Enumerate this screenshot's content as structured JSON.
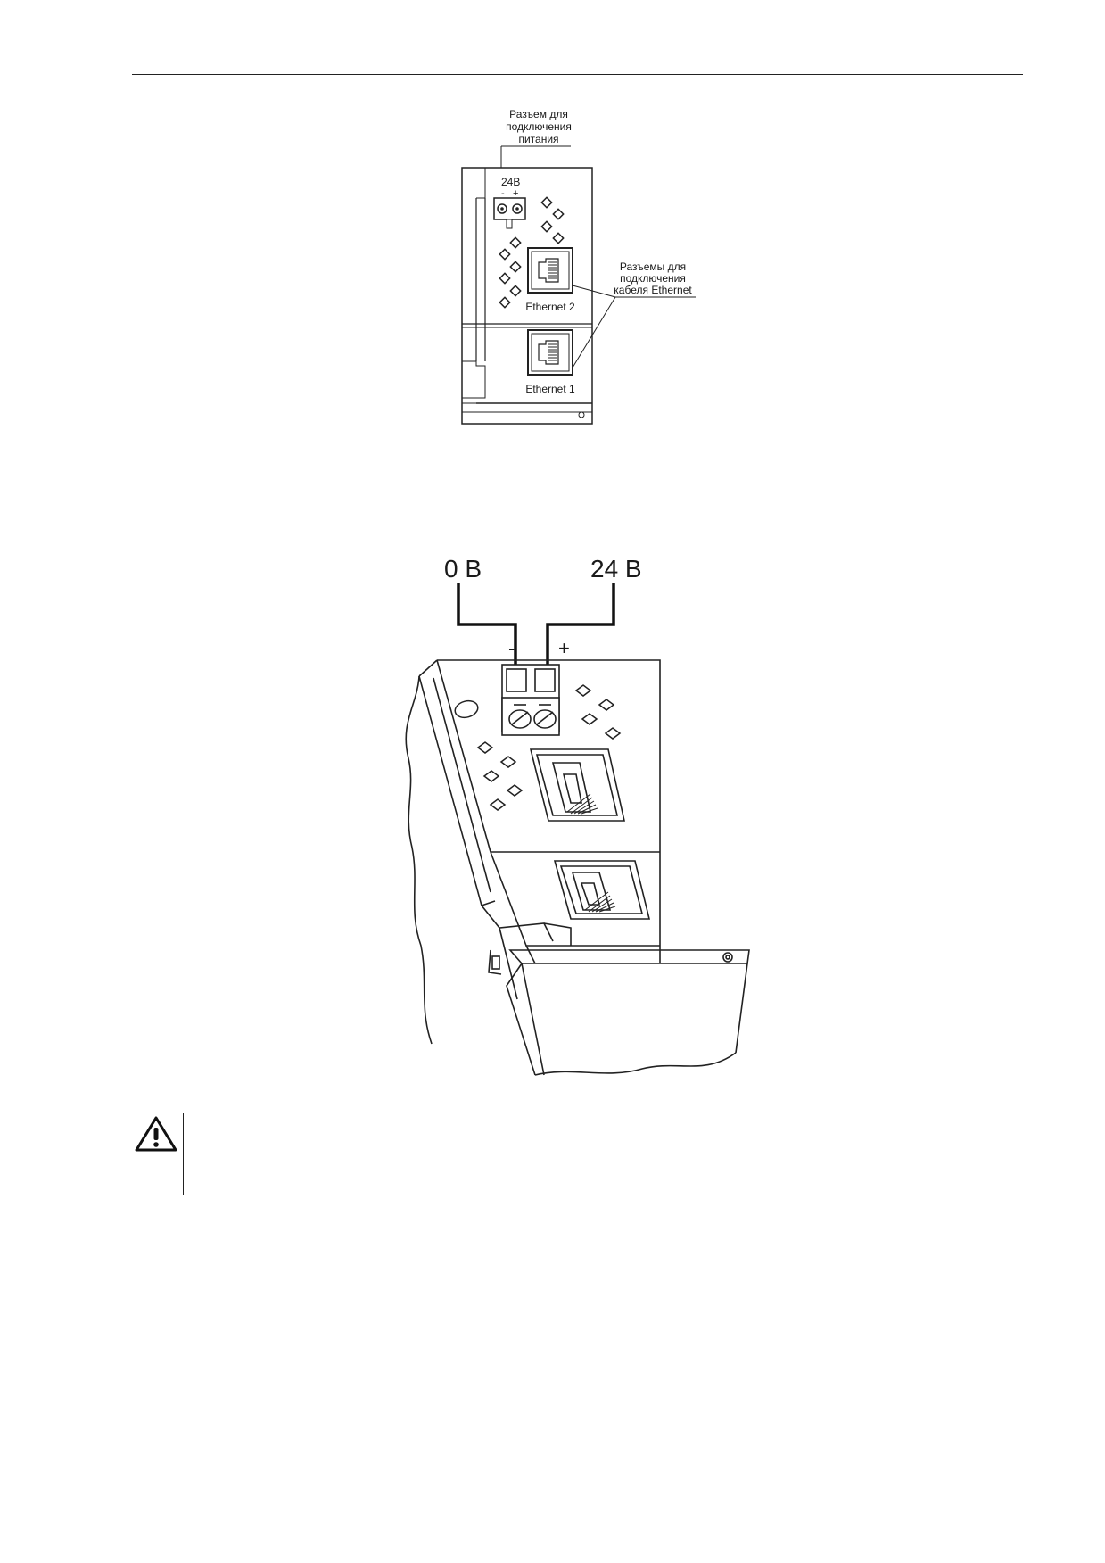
{
  "figure1": {
    "power_connector_label": [
      "Разъем для",
      "подключения",
      "питания"
    ],
    "voltage_label": "24В",
    "minus_sign": "-",
    "plus_sign": "+",
    "ethernet_connectors_label": [
      "Разъемы для",
      "подключения",
      "кабеля Ethernet"
    ],
    "port_top_label": "Ethernet 2",
    "port_bottom_label": "Ethernet 1"
  },
  "figure2": {
    "left_wire_label": "0 В",
    "right_wire_label": "24 В",
    "minus_sign": "-",
    "plus_sign": "+"
  },
  "warning": {
    "icon": "warning-triangle-icon"
  }
}
